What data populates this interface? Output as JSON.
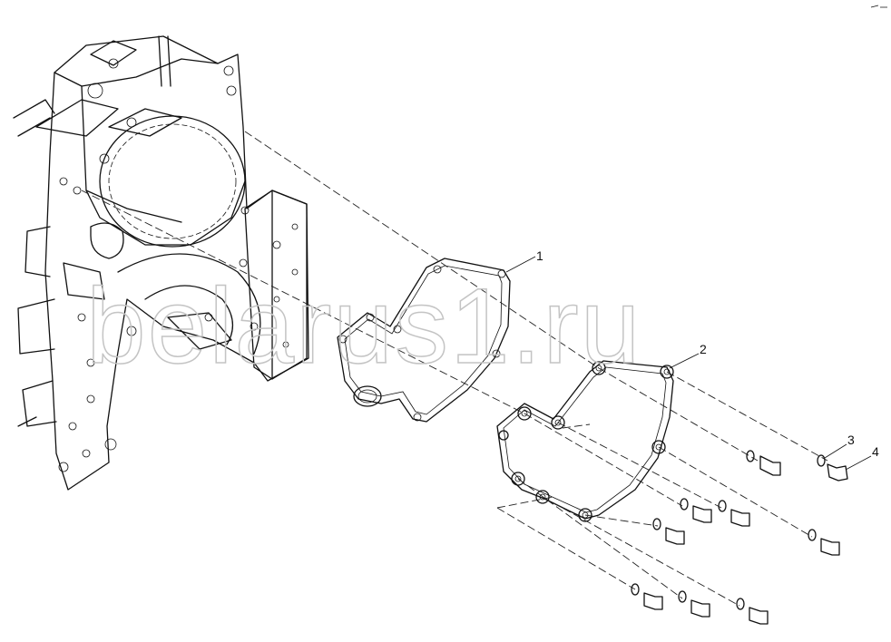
{
  "watermark": "belarus1.ru",
  "callouts": [
    {
      "id": "1"
    },
    {
      "id": "2"
    },
    {
      "id": "3"
    },
    {
      "id": "4"
    }
  ]
}
